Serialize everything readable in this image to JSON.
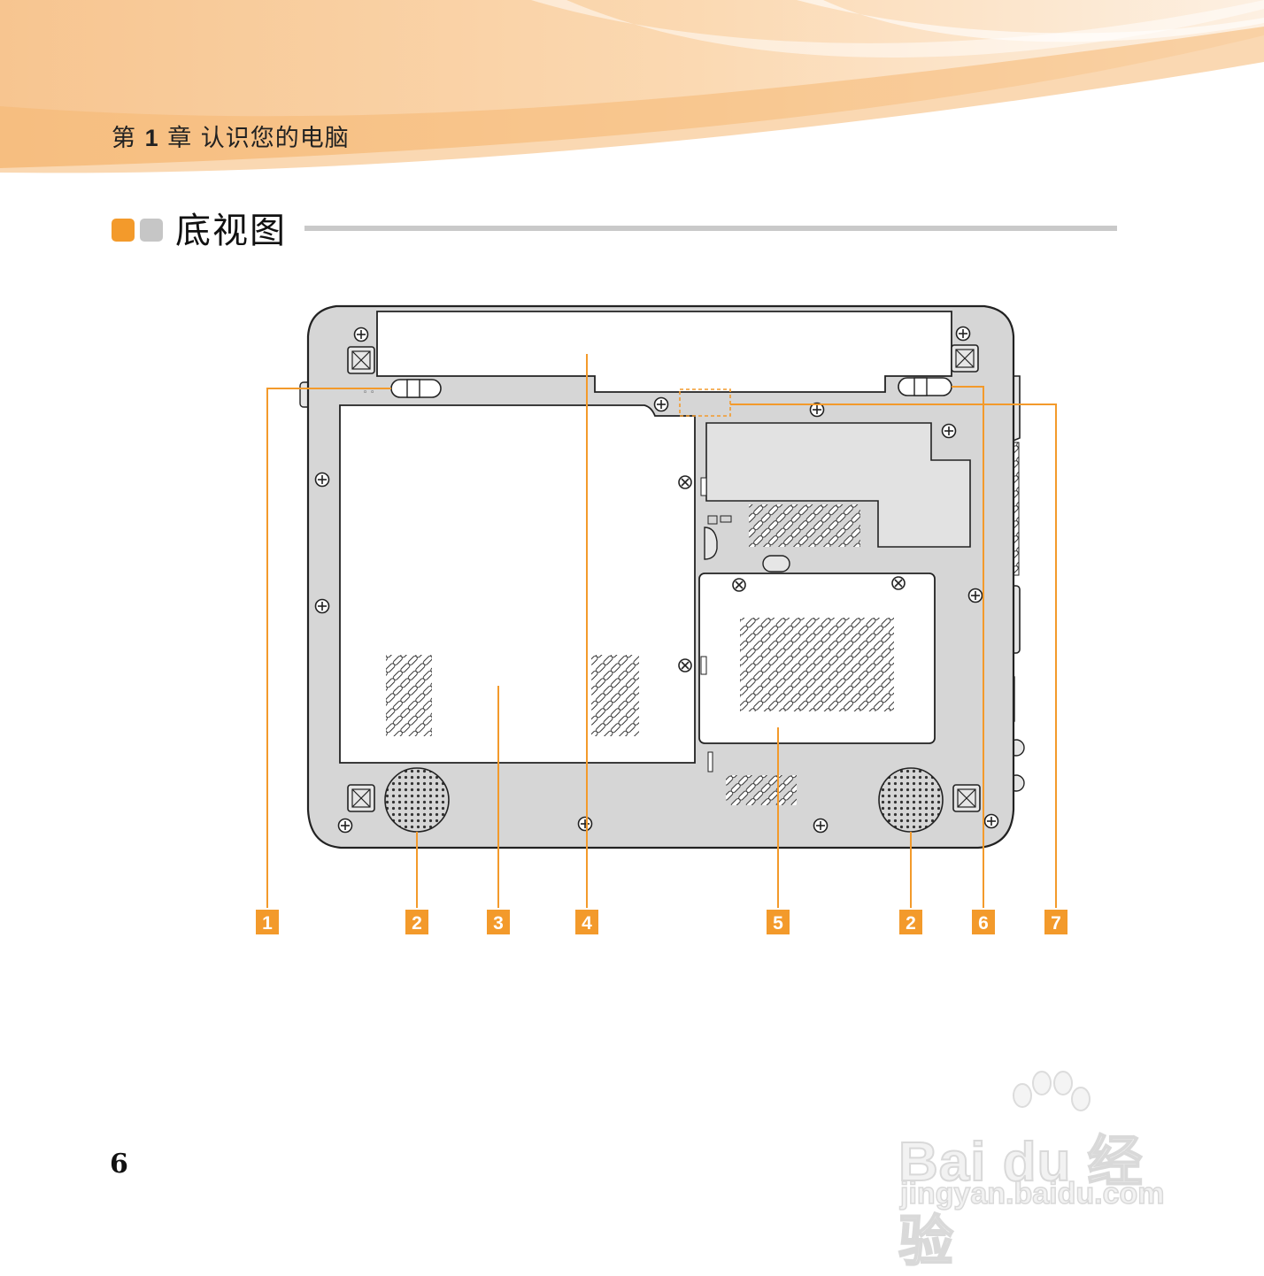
{
  "header": {
    "chapter_prefix": "第",
    "chapter_number": "1",
    "chapter_suffix": "章 认识您的电脑"
  },
  "section": {
    "title": "底视图"
  },
  "callouts": [
    "1",
    "2",
    "3",
    "4",
    "5",
    "2",
    "6",
    "7"
  ],
  "page_number": "6",
  "watermark": {
    "brand": "Bai du 经验",
    "url": "jingyan.baidu.com"
  },
  "colors": {
    "accent": "#f39a2b",
    "callout": "#f39a2b",
    "panel": "#d6d6d6",
    "outline": "#222222"
  }
}
